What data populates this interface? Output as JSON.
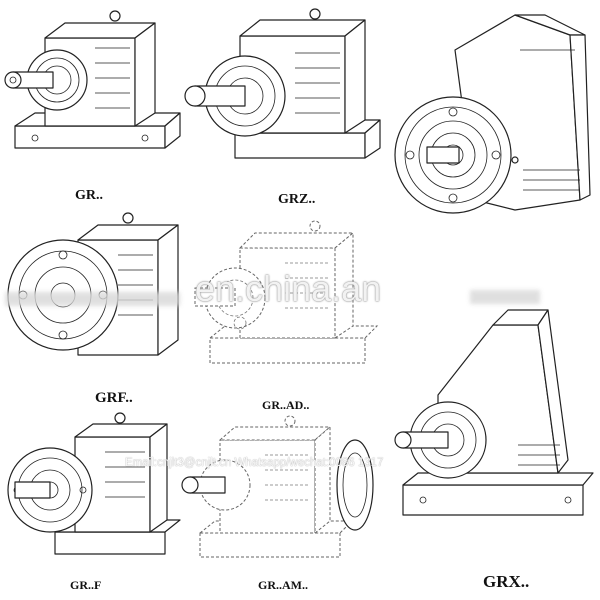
{
  "labels": {
    "gr": "GR..",
    "grz": "GRZ..",
    "grf": "GRF..",
    "grad": "GR..AD..",
    "grff": "GR..F",
    "gram": "GR..AM..",
    "grx": "GRX.."
  },
  "watermark": {
    "site": "en.china.an",
    "contact": "Email:cnjlt3@cnjlt.cn   Whatsapp/wechat:0086 1317"
  },
  "icons": [
    "gearbox-gr-drawing",
    "gearbox-grz-drawing",
    "gearbox-grx-flange-drawing",
    "gearbox-grf-drawing",
    "gearbox-grad-dashed-drawing",
    "gearbox-grf-foot-flange-drawing",
    "gearbox-gram-dashed-drawing",
    "gearbox-grx-foot-drawing"
  ]
}
